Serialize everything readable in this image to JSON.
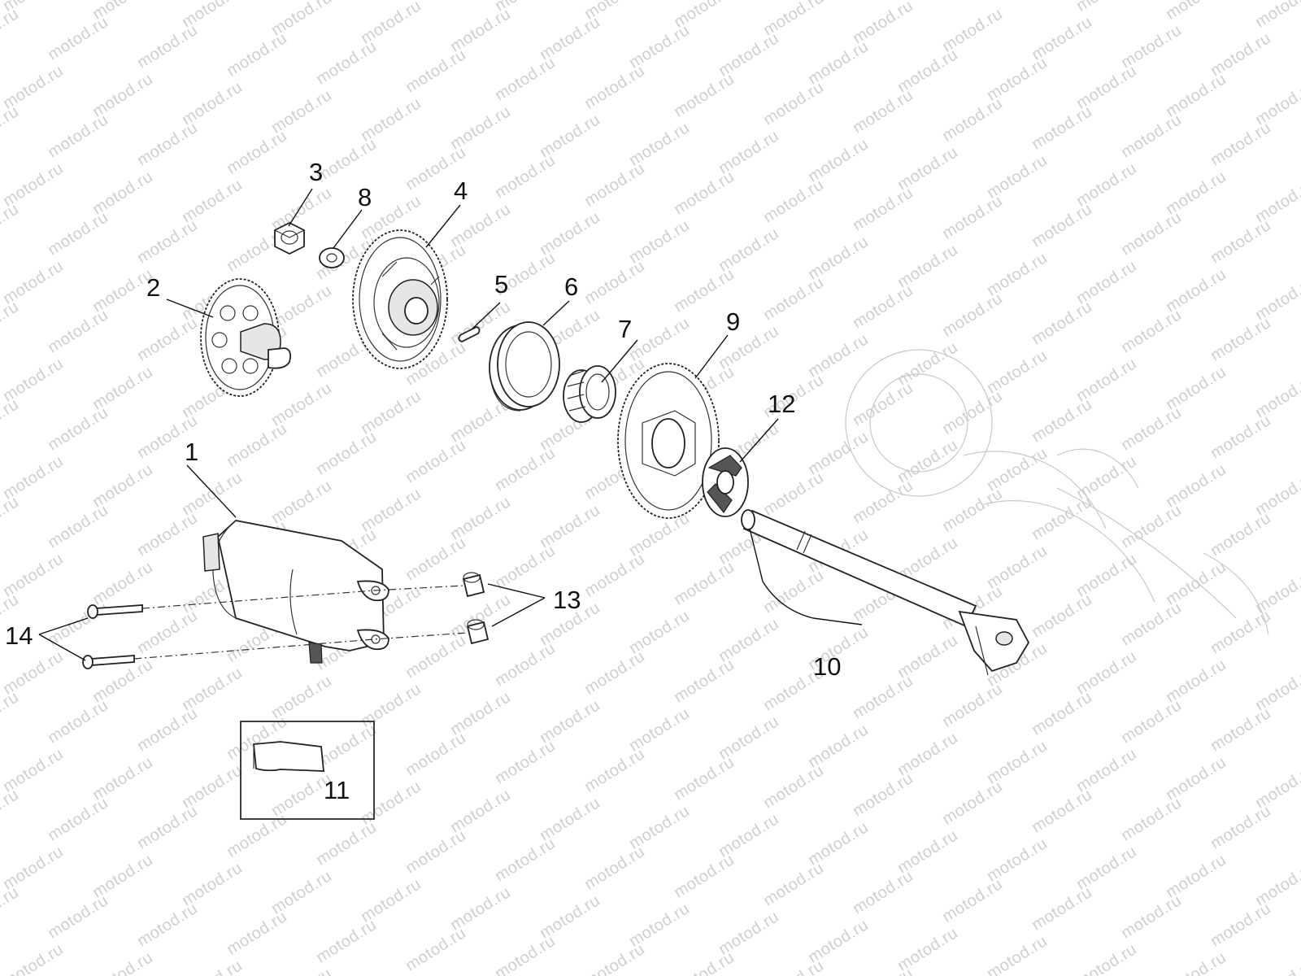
{
  "watermark": "motod.ru",
  "callouts": {
    "p1": "1",
    "p2": "2",
    "p3": "3",
    "p4": "4",
    "p5": "5",
    "p6": "6",
    "p7": "7",
    "p8": "8",
    "p9": "9",
    "p10": "10",
    "p11": "11",
    "p12": "12",
    "p13": "13",
    "p14": "14"
  },
  "icons": {
    "starter_motor": "starter-motor-icon",
    "gear": "gear-icon",
    "nut": "nut-icon",
    "washer": "washer-icon",
    "pin": "pin-icon",
    "bearing": "bearing-icon",
    "shaft": "shaft-icon",
    "bolt": "bolt-icon",
    "bushing": "bushing-icon",
    "cap": "rubber-cap-icon"
  }
}
